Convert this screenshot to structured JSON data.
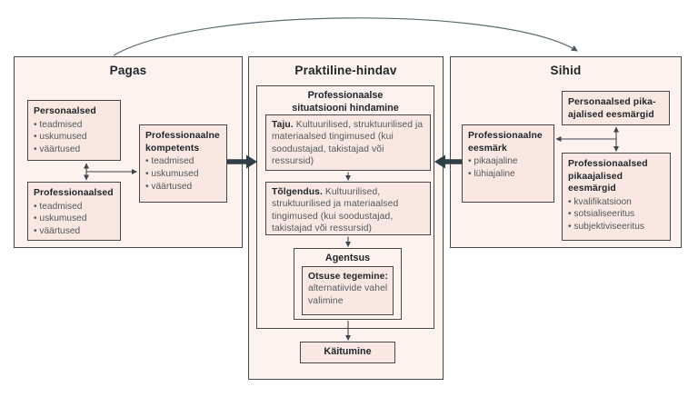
{
  "colors": {
    "bg": "#ffffff",
    "outer-fill": "#fdf2ed",
    "leaf-fill": "#f9e8e2",
    "border": "#474747",
    "ink": "#20262a",
    "muted": "#50575c",
    "thick": "#2e3f46",
    "line": "#3d474c",
    "curve": "#5b6b72"
  },
  "pagas": {
    "title": "Pagas",
    "personaalsed": {
      "title": "Personaalsed",
      "items": [
        "teadmised",
        "uskumused",
        "väärtused"
      ]
    },
    "professionaalsed": {
      "title": "Professionaalsed",
      "items": [
        "teadmised",
        "uskumused",
        "väärtused"
      ]
    },
    "kompetents": {
      "title": "Professionaalne kompetents",
      "items": [
        "teadmised",
        "uskumused",
        "väärtused"
      ]
    }
  },
  "praktiline": {
    "title": "Praktiline-hindav",
    "hindamine": {
      "title_line1": "Professionaalse",
      "title_line2": "situatsiooni hindamine"
    },
    "taju": {
      "lead": "Taju.",
      "body": "Kultuurilised, struktuurilised ja materiaalsed tingimused (kui soodustajad, takistajad või ressursid)"
    },
    "tolgendus": {
      "lead": "Tõlgendus.",
      "body": "Kultuurilised, struktuurilised ja materiaalsed tingimused (kui soodustajad, takistajad või ressursid)"
    },
    "agentsus": {
      "title": "Agentsus",
      "otsuse": {
        "lead": "Otsuse tegemine:",
        "body": "alternatiivide vahel valimine"
      }
    },
    "kaitumine": {
      "title": "Käitumine"
    }
  },
  "sihid": {
    "title": "Sihid",
    "pika_ajalised": {
      "line1": "Personaalsed pika-",
      "line2": "ajalised eesmärgid"
    },
    "eesmark": {
      "title": "Professionaalne eesmärk",
      "items": [
        "pikaajaline",
        "lühiajaline"
      ]
    },
    "prof_pika": {
      "title": "Professionaalsed pikaajalised eesmärgid",
      "items": [
        "kvalifikatsioon",
        "sotsialiseeritus",
        "subjektiviseeritus"
      ]
    }
  },
  "connections": [
    {
      "from": "Pagas",
      "to": "Sihid",
      "type": "curved-arrow"
    },
    {
      "from": "Personaalsed",
      "to": "Professionaalsed",
      "type": "double-arrow"
    },
    {
      "from": "Personaalsed/Professionaalsed",
      "to": "Professionaalne kompetents",
      "type": "arrow"
    },
    {
      "from": "Professionaalne kompetents",
      "to": "Professionaalse situatsiooni hindamine",
      "type": "thick-arrow"
    },
    {
      "from": "Professionaalne eesmärk",
      "to": "Professionaalse situatsiooni hindamine",
      "type": "thick-arrow"
    },
    {
      "from": "Taju",
      "to": "Tõlgendus",
      "type": "arrow"
    },
    {
      "from": "Tõlgendus",
      "to": "Agentsus",
      "type": "arrow"
    },
    {
      "from": "Agentsus",
      "to": "Käitumine",
      "type": "arrow"
    },
    {
      "from": "Personaalsed pika-ajalised eesmärgid",
      "to": "Professionaalsed pikaajalised eesmärgid",
      "type": "double-arrow"
    },
    {
      "from": "Personaalsed/Professionaalsed pikaajalised eesmärgid",
      "to": "Professionaalne eesmärk",
      "type": "arrow"
    }
  ]
}
